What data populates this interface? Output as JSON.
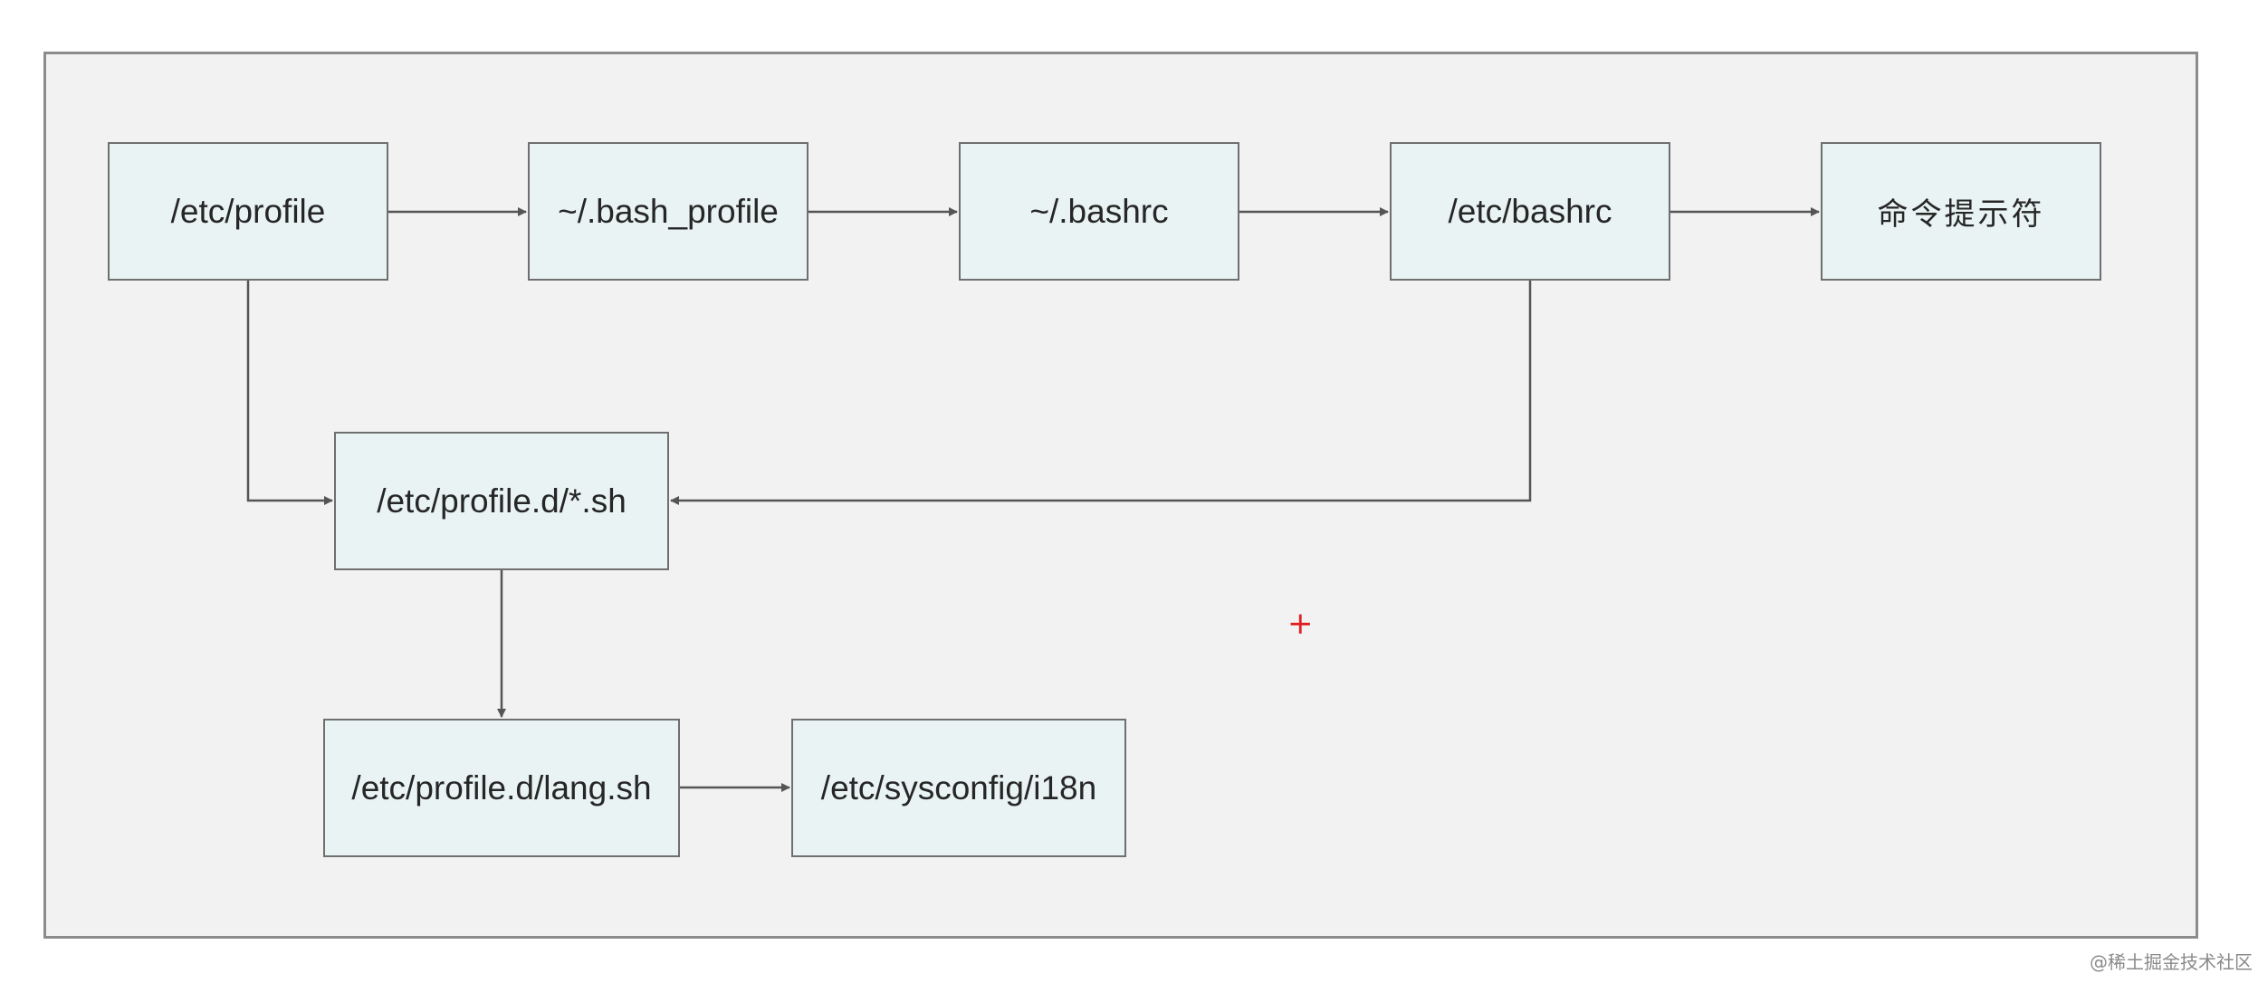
{
  "diagram": {
    "nodes": {
      "etc_profile": "/etc/profile",
      "bash_profile": "~/.bash_profile",
      "bashrc": "~/.bashrc",
      "etc_bashrc": "/etc/bashrc",
      "prompt": "命令提示符",
      "profile_d": "/etc/profile.d/*.sh",
      "lang": "/etc/profile.d/lang.sh",
      "i18n": "/etc/sysconfig/i18n"
    },
    "edges": [
      {
        "from": "/etc/profile",
        "to": "~/.bash_profile"
      },
      {
        "from": "~/.bash_profile",
        "to": "~/.bashrc"
      },
      {
        "from": "~/.bashrc",
        "to": "/etc/bashrc"
      },
      {
        "from": "/etc/bashrc",
        "to": "命令提示符"
      },
      {
        "from": "/etc/profile",
        "to": "/etc/profile.d/*.sh"
      },
      {
        "from": "/etc/bashrc",
        "to": "/etc/profile.d/*.sh"
      },
      {
        "from": "/etc/profile.d/*.sh",
        "to": "/etc/profile.d/lang.sh"
      },
      {
        "from": "/etc/profile.d/lang.sh",
        "to": "/etc/sysconfig/i18n"
      }
    ],
    "cursor_symbol": "+",
    "colors": {
      "node_fill": "#e9f3f3",
      "node_border": "#6f6f6f",
      "arrow": "#555555",
      "canvas": "#f2f2f2",
      "cursor": "#e02020"
    }
  },
  "watermark": "@稀土掘金技术社区"
}
